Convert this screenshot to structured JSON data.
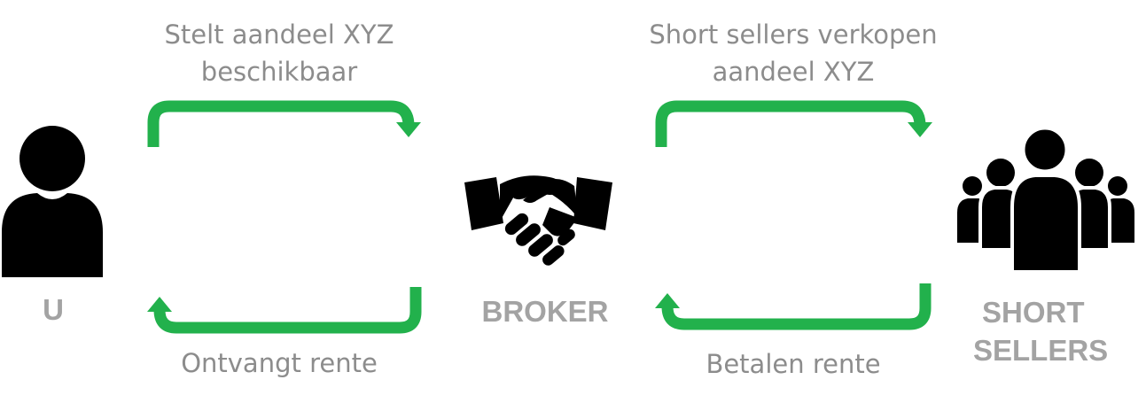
{
  "flow": {
    "top_left_line1": "Stelt aandeel XYZ",
    "top_left_line2": "beschikbaar",
    "bottom_left": "Ontvangt rente",
    "top_right_line1": "Short sellers verkopen",
    "top_right_line2": "aandeel XYZ",
    "bottom_right": "Betalen rente"
  },
  "actors": {
    "you": "U",
    "broker": "BROKER",
    "sellers_line1": "SHORT",
    "sellers_line2": "SELLERS"
  },
  "icons": {
    "you": "person-icon",
    "broker": "handshake-icon",
    "sellers": "group-icon"
  },
  "colors": {
    "arrow": "#22b14c",
    "text": "#8c8c8c",
    "icon": "#000000"
  }
}
